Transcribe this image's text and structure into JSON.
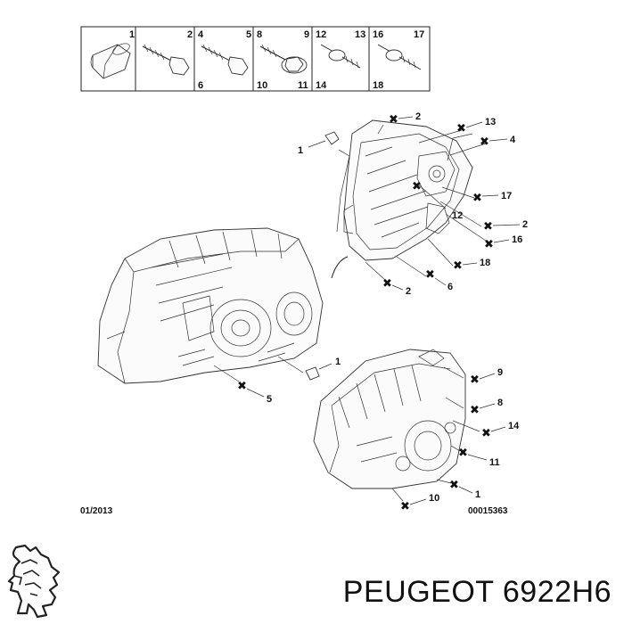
{
  "legend": {
    "cells": [
      {
        "top_left": "",
        "top_right": "1",
        "bottom_left": "",
        "bottom_right": ""
      },
      {
        "top_left": "",
        "top_right": "2",
        "bottom_left": "",
        "bottom_right": ""
      },
      {
        "top_left": "4",
        "top_right": "5",
        "bottom_left": "6",
        "bottom_right": ""
      },
      {
        "top_left": "8",
        "top_right": "9",
        "bottom_left": "10",
        "bottom_right": "11"
      },
      {
        "top_left": "12",
        "top_right": "13",
        "bottom_left": "14",
        "bottom_right": ""
      },
      {
        "top_left": "16",
        "top_right": "17",
        "bottom_left": "18",
        "bottom_right": ""
      }
    ]
  },
  "callouts": {
    "top_housing": [
      "2",
      "13",
      "4",
      "1",
      "17",
      "12",
      "2",
      "16",
      "18",
      "6",
      "2"
    ],
    "gearbox": [
      "1",
      "5"
    ],
    "lower_housing": [
      "9",
      "8",
      "14",
      "11",
      "10",
      "1"
    ]
  },
  "footer": {
    "date": "01/2013",
    "ref": "00015363"
  },
  "brand": {
    "name": "PEUGEOT",
    "part": "6922H6"
  }
}
